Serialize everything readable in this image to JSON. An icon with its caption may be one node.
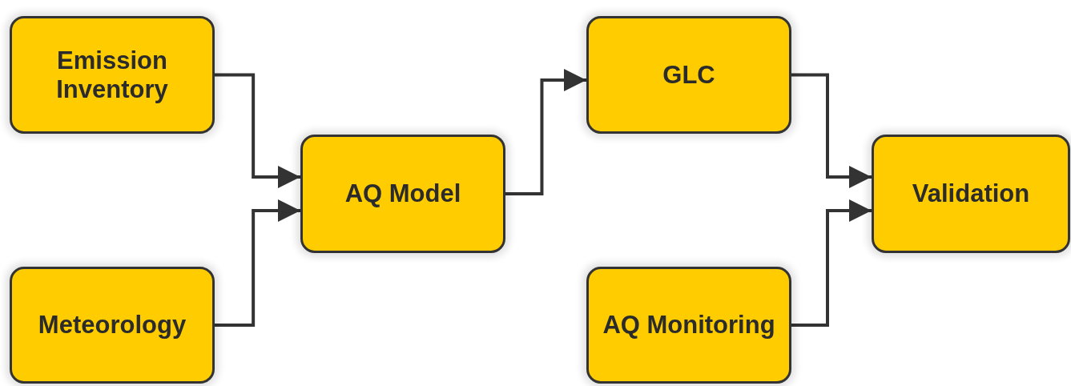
{
  "diagram": {
    "nodes": [
      {
        "text": [
          "Emission Inventory"
        ]
      },
      {
        "text": [
          "Meteorology"
        ]
      },
      {
        "text": [
          "AQ Model"
        ]
      },
      {
        "text": [
          "GLC"
        ]
      },
      {
        "text": [
          "AQ Monitoring"
        ]
      },
      {
        "text": [
          "Validation"
        ]
      }
    ],
    "edges": [
      {
        "from": 0,
        "to": 2,
        "arrow": "to"
      },
      {
        "from": 1,
        "to": 2,
        "arrow": "to"
      },
      {
        "from": 2,
        "to": 3,
        "arrow": "to"
      },
      {
        "from": 3,
        "to": 5,
        "arrow": "to"
      },
      {
        "from": 4,
        "to": 5,
        "arrow": "to"
      }
    ]
  }
}
